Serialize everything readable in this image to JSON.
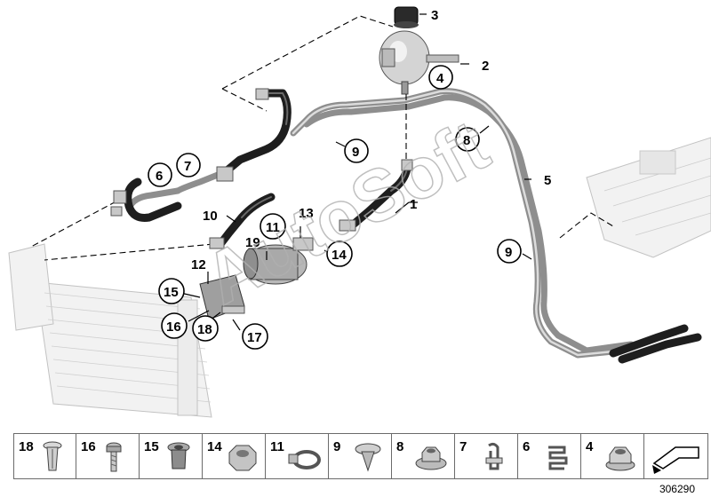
{
  "diagram": {
    "callouts": [
      "1",
      "2",
      "3",
      "4",
      "5",
      "6",
      "7",
      "8",
      "9",
      "9",
      "10",
      "11",
      "12",
      "13",
      "14",
      "15",
      "16",
      "17",
      "18",
      "19"
    ],
    "watermark": "AutoSoft",
    "reference_number": "306290"
  },
  "legend": {
    "items": [
      {
        "label": "18",
        "icon": "expanding-rivet-icon"
      },
      {
        "label": "16",
        "icon": "bolt-icon"
      },
      {
        "label": "15",
        "icon": "grommet-nut-icon"
      },
      {
        "label": "14",
        "icon": "hex-nut-icon"
      },
      {
        "label": "11",
        "icon": "hose-clamp-icon"
      },
      {
        "label": "9",
        "icon": "push-clip-icon"
      },
      {
        "label": "8",
        "icon": "flange-nut-icon"
      },
      {
        "label": "7",
        "icon": "pipe-clip-icon"
      },
      {
        "label": "6",
        "icon": "spring-clip-icon"
      },
      {
        "label": "4",
        "icon": "collar-nut-icon"
      },
      {
        "label": "",
        "icon": "arrow-tool-icon"
      }
    ]
  }
}
